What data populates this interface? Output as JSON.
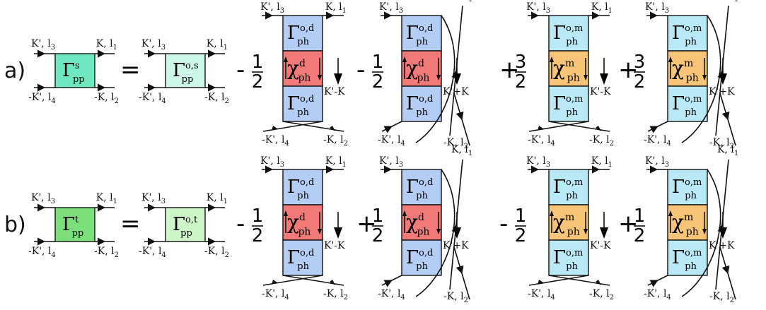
{
  "colors": {
    "gamma_pp_s": "#6ee8c0",
    "gamma_pp_t": "#7be07b",
    "gamma_pp_o": "#ccf7e8",
    "gamma_pp_ot": "#cdf5c8",
    "gamma_ph_d": "#b4cdf4",
    "chi_d": "#f17a78",
    "gamma_ph_m": "#b9e9f6",
    "chi_m": "#f8c578"
  },
  "rows": [
    {
      "label": "a)",
      "lhs": {
        "symbol": "Γ",
        "sup": "s",
        "sub": "pp",
        "color": "gamma_pp_s"
      },
      "equals": "=",
      "rhs0": {
        "symbol": "Γ",
        "sup": "o,s",
        "sub": "pp",
        "color": "gamma_pp_o"
      },
      "pp_labels": {
        "tl": "K', l",
        "tl_sub": "3",
        "tr": "K, l",
        "tr_sub": "1",
        "bl": "-K', l",
        "bl_sub": "4",
        "br": "-K, l",
        "br_sub": "2"
      },
      "terms": [
        {
          "sign": "-",
          "num": "1",
          "den": "2",
          "channel": "d",
          "crossed": false,
          "transfer": "K'-K"
        },
        {
          "sign": "-",
          "num": "1",
          "den": "2",
          "channel": "d",
          "crossed": true,
          "transfer": "K'+K"
        },
        {
          "sign": "+",
          "num": "3",
          "den": "2",
          "channel": "m",
          "crossed": false,
          "transfer": "K'-K"
        },
        {
          "sign": "+",
          "num": "3",
          "den": "2",
          "channel": "m",
          "crossed": true,
          "transfer": "K'+K"
        }
      ]
    },
    {
      "label": "b)",
      "lhs": {
        "symbol": "Γ",
        "sup": "t",
        "sub": "pp",
        "color": "gamma_pp_t"
      },
      "equals": "=",
      "rhs0": {
        "symbol": "Γ",
        "sup": "o,t",
        "sub": "pp",
        "color": "gamma_pp_ot"
      },
      "pp_labels": {
        "tl": "K', l",
        "tl_sub": "3",
        "tr": "K, l",
        "tr_sub": "1",
        "bl": "-K', l",
        "bl_sub": "4",
        "br": "-K, l",
        "br_sub": "2"
      },
      "terms": [
        {
          "sign": "-",
          "num": "1",
          "den": "2",
          "channel": "d",
          "crossed": false,
          "transfer": "K'-K"
        },
        {
          "sign": "+",
          "num": "1",
          "den": "2",
          "channel": "d",
          "crossed": true,
          "transfer": "K'+K"
        },
        {
          "sign": "-",
          "num": "1",
          "den": "2",
          "channel": "m",
          "crossed": false,
          "transfer": "K'-K"
        },
        {
          "sign": "+",
          "num": "1",
          "den": "2",
          "channel": "m",
          "crossed": true,
          "transfer": "K'+K"
        }
      ]
    }
  ],
  "ph_block": {
    "top": {
      "symbol": "Γ",
      "sub": "ph",
      "sup_prefix": "o,"
    },
    "mid": {
      "symbol": "χ",
      "sub": "ph"
    },
    "bot": {
      "symbol": "Γ",
      "sub": "ph",
      "sup_prefix": "o,"
    }
  }
}
